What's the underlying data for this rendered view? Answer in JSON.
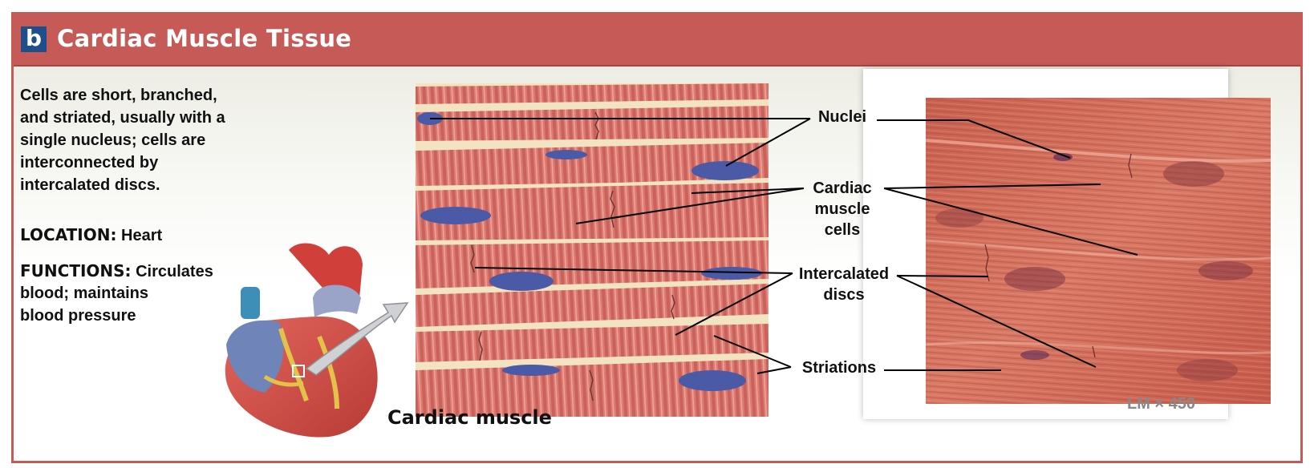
{
  "panel": {
    "letter": "b",
    "title": "Cardiac Muscle Tissue"
  },
  "description": {
    "lines": [
      "Cells are short, branched,",
      "and striated, usually with a",
      "single nucleus; cells are",
      "interconnected by",
      "intercalated discs."
    ],
    "location_heading": "LOCATION:",
    "location_text": "Heart",
    "functions_heading": "FUNCTIONS:",
    "functions_line1": "Circulates",
    "functions_line2": "blood; maintains",
    "functions_line3": "blood pressure"
  },
  "labels": {
    "nuclei": "Nuclei",
    "cardiac_line1": "Cardiac",
    "cardiac_line2": "muscle",
    "cardiac_line3": "cells",
    "intercalated_line1": "Intercalated",
    "intercalated_line2": "discs",
    "striations": "Striations"
  },
  "caption": "Cardiac muscle",
  "magnification": "LM × 450",
  "colors": {
    "title_bar": "#c55a56",
    "badge": "#1f4f8a",
    "muscle": "#d9776d",
    "nucleus": "#4a5aa6"
  }
}
